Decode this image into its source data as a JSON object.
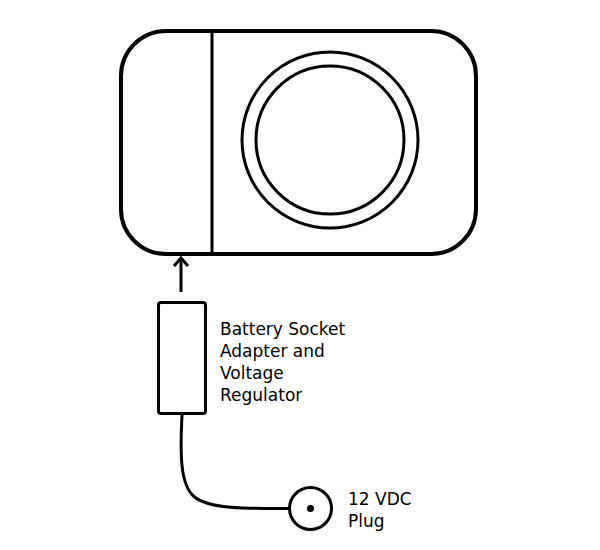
{
  "diagram": {
    "nodes": [
      {
        "text": [
          "Battery Socket Adapter and Voltage Regulator"
        ]
      },
      {
        "text": [
          "12 VDC Plug"
        ]
      }
    ],
    "edges": [
      {
        "from": 0,
        "to": 1,
        "arrow": "none"
      }
    ]
  }
}
